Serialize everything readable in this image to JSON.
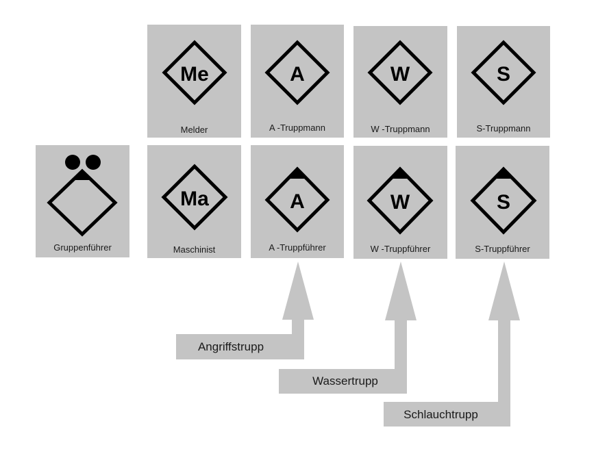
{
  "row1": [
    {
      "symbol": "Me",
      "label": "Melder",
      "leader": false
    },
    {
      "symbol": "A",
      "label": "A -Truppmann",
      "leader": false
    },
    {
      "symbol": "W",
      "label": "W -Truppmann",
      "leader": false
    },
    {
      "symbol": "S",
      "label": "S-Truppmann",
      "leader": false
    }
  ],
  "row2": [
    {
      "symbol": "",
      "label": "Gruppenführer",
      "leader": true,
      "dots": true
    },
    {
      "symbol": "Ma",
      "label": "Maschinist",
      "leader": false
    },
    {
      "symbol": "A",
      "label": "A -Truppführer",
      "leader": true
    },
    {
      "symbol": "W",
      "label": "W -Truppführer",
      "leader": true
    },
    {
      "symbol": "S",
      "label": "S-Truppführer",
      "leader": true
    }
  ],
  "troops": [
    {
      "label": "Angriffstrupp"
    },
    {
      "label": "Wassertrupp"
    },
    {
      "label": "Schlauchtrupp"
    }
  ],
  "colors": {
    "card": "#c4c4c4",
    "arrow": "#c4c4c4",
    "symbol": "#000000"
  }
}
